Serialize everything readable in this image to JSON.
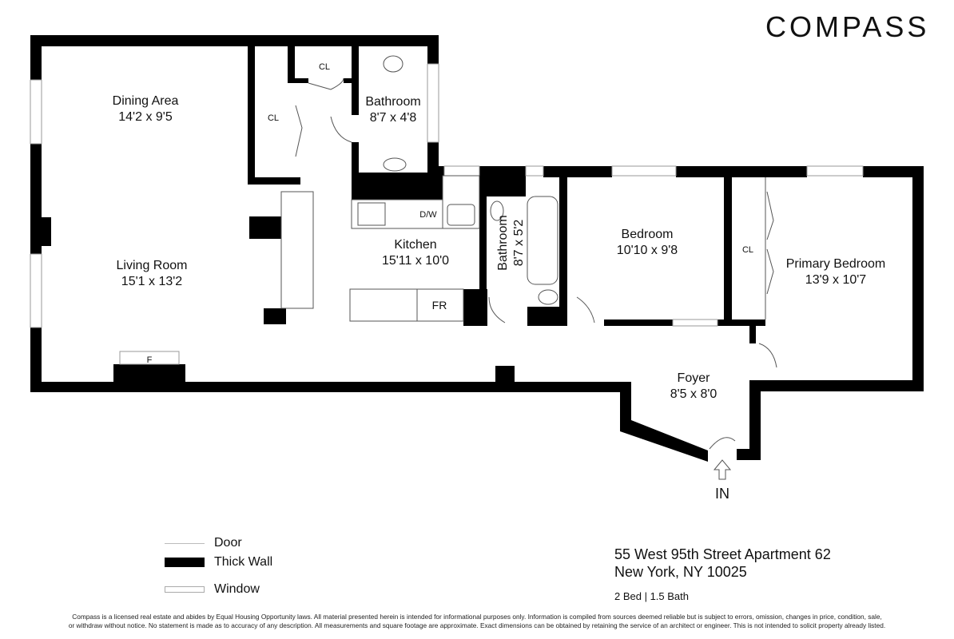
{
  "brand": {
    "logo_text": "COMPASS"
  },
  "rooms": {
    "dining": {
      "name": "Dining Area",
      "dims": "14'2 x 9'5"
    },
    "living": {
      "name": "Living Room",
      "dims": "15'1 x 13'2"
    },
    "kitchen": {
      "name": "Kitchen",
      "dims": "15'11 x 10'0"
    },
    "bath1": {
      "name": "Bathroom",
      "dims": "8'7 x 4'8"
    },
    "bath2": {
      "name": "Bathroom",
      "dims": "8'7 x 5'2"
    },
    "bedroom": {
      "name": "Bedroom",
      "dims": "10'10 x 9'8"
    },
    "primary": {
      "name": "Primary Bedroom",
      "dims": "13'9 x 10'7"
    },
    "foyer": {
      "name": "Foyer",
      "dims": "8'5 x 8'0"
    }
  },
  "fixtures": {
    "closet1": "CL",
    "closet2": "CL",
    "closet3": "CL",
    "dishwasher": "D/W",
    "fridge": "FR",
    "fireplace": "F",
    "entrance": "IN"
  },
  "legend": {
    "door": "Door",
    "thick_wall": "Thick Wall",
    "window": "Window"
  },
  "listing": {
    "address_line1": "55 West 95th Street Apartment 62",
    "address_line2": "New York, NY 10025",
    "beds_baths": "2 Bed | 1.5 Bath"
  },
  "disclaimer": {
    "line1": "Compass is a licensed real estate and abides by Equal Housing Opportunity laws. All material presented herein is intended for informational purposes only. Information is compiled from sources deemed reliable but is subject to errors, omission, changes in price, condition, sale,",
    "line2": "or withdraw without notice. No statement is made as to accuracy of any description. All measurements and square footage are approximate. Exact dimensions can be obtained by retaining the service of an architect or engineer. This is not intended to solicit property already listed."
  },
  "colors": {
    "wall": "#000000",
    "window": "#9a9a9a",
    "thin_line": "#222222"
  }
}
